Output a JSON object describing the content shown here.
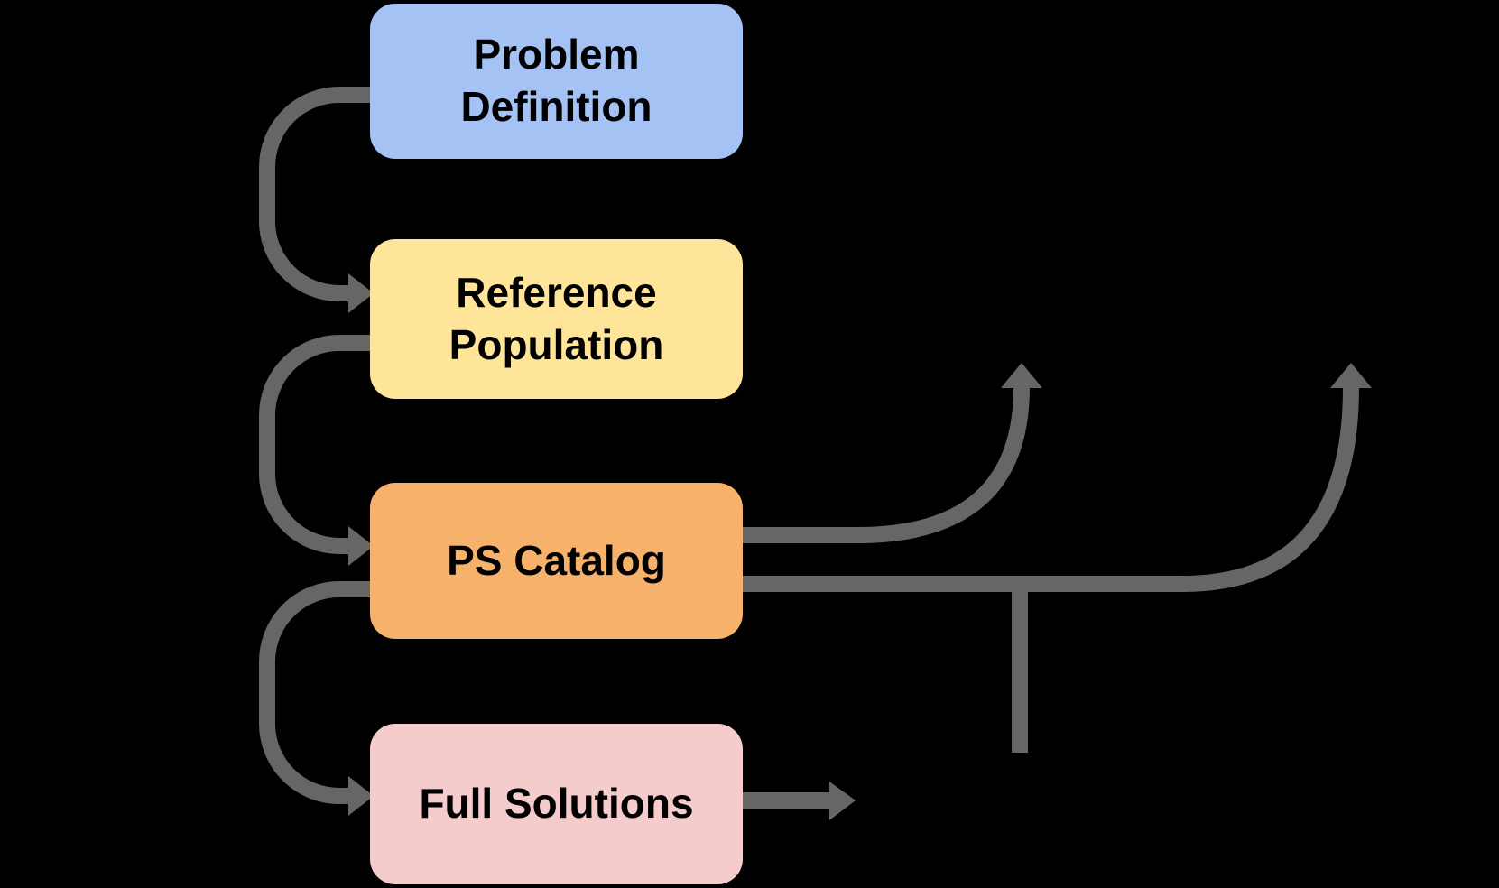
{
  "diagram": {
    "background_color": "#000000",
    "arrow_color": "#666666",
    "text_color": "#000000",
    "nodes": [
      {
        "id": "problem-definition",
        "label": "Problem Definition",
        "fill": "#a4c2f4"
      },
      {
        "id": "reference-population",
        "label": "Reference Population",
        "fill": "#ffe599"
      },
      {
        "id": "ps-catalog",
        "label": "PS Catalog",
        "fill": "#f6b26b"
      },
      {
        "id": "full-solutions",
        "label": "Full Solutions",
        "fill": "#f4cccc"
      }
    ],
    "edges": [
      {
        "id": "problem-to-reference",
        "from": "Problem Definition",
        "to": "Reference Population",
        "style": "loop-left-down",
        "arrowhead": "right"
      },
      {
        "id": "reference-to-catalog",
        "from": "Reference Population",
        "to": "PS Catalog",
        "style": "loop-left-down",
        "arrowhead": "right"
      },
      {
        "id": "catalog-to-solutions",
        "from": "PS Catalog",
        "to": "Full Solutions",
        "style": "loop-left-down",
        "arrowhead": "right"
      },
      {
        "id": "catalog-up-out-near",
        "from": "PS Catalog",
        "to": "off-diagram-up",
        "style": "right-then-curve-up",
        "arrowhead": "up"
      },
      {
        "id": "catalog-up-out-far",
        "from": "PS Catalog",
        "to": "off-diagram-up",
        "style": "right-then-curve-up",
        "arrowhead": "up"
      },
      {
        "id": "junction-drop-line",
        "from": "catalog-up-out-far",
        "to": "open-end-down",
        "style": "vertical-stub",
        "arrowhead": "none"
      },
      {
        "id": "solutions-right-out",
        "from": "Full Solutions",
        "to": "off-diagram-right",
        "style": "straight-right",
        "arrowhead": "right"
      }
    ]
  }
}
